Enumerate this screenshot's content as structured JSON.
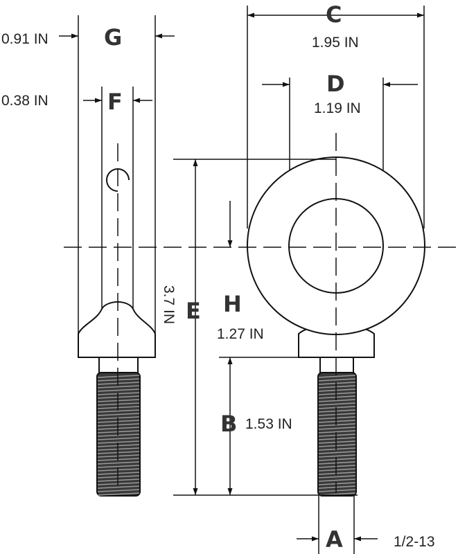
{
  "colors": {
    "line": "#111111",
    "body_fill": "#ffffff",
    "thread_fill": "#3a3a3a",
    "thread_line": "#9a9a9a"
  },
  "labels": {
    "g": {
      "letter": "G",
      "value": "0.91 IN"
    },
    "f": {
      "letter": "F",
      "value": "0.38 IN"
    },
    "c": {
      "letter": "C",
      "value": "1.95 IN"
    },
    "d": {
      "letter": "D",
      "value": "1.19 IN"
    },
    "e": {
      "letter": "E",
      "value": "3.7 IN"
    },
    "h": {
      "letter": "H",
      "value": "1.27 IN"
    },
    "b": {
      "letter": "B",
      "value": "1.53 IN"
    },
    "a": {
      "letter": "A",
      "value": "1/2-13"
    }
  }
}
